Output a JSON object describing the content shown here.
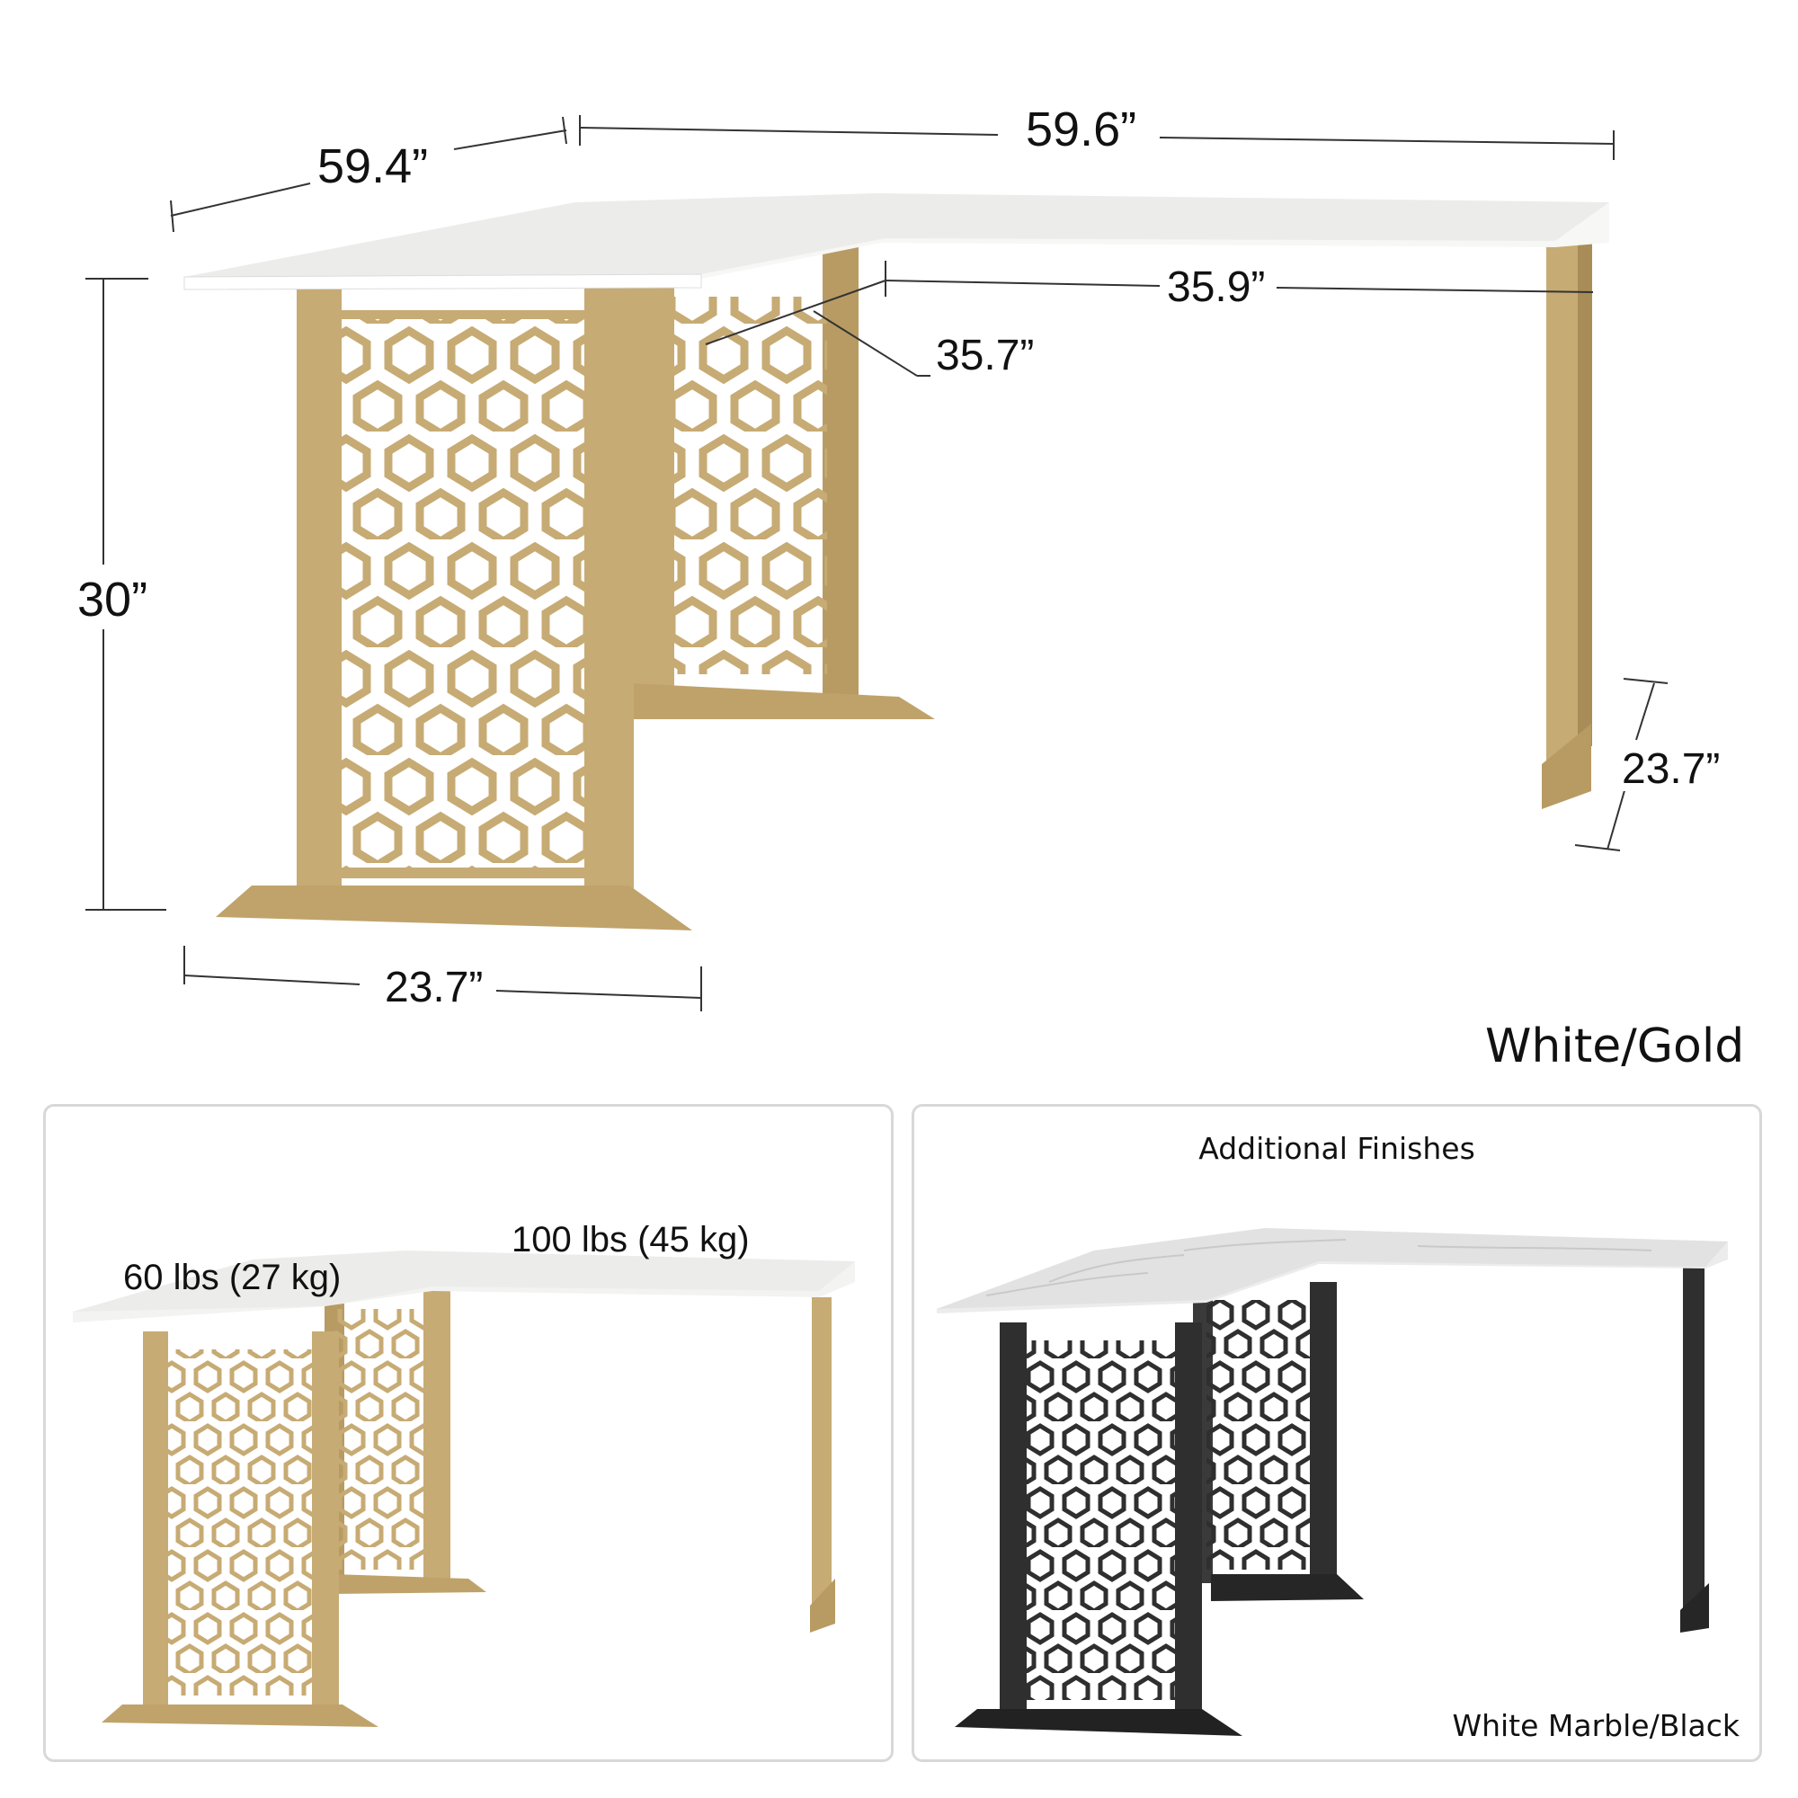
{
  "main_view": {
    "finish_label": "White/Gold",
    "dimensions": {
      "top_left_depth": "59.4”",
      "top_right_width": "59.6”",
      "return_width": "35.9”",
      "inner_depth": "35.7”",
      "height": "30”",
      "left_base_depth": "23.7”",
      "right_leg_depth": "23.7”"
    },
    "colors": {
      "top": "#eeeeec",
      "top_edge": "#ffffff",
      "metal": "#c7ab74",
      "metal_dark": "#a88d58"
    }
  },
  "weight_panel": {
    "left_capacity": "60 lbs (27 kg)",
    "right_capacity": "100 lbs (45 kg)"
  },
  "finishes_panel": {
    "title": "Additional Finishes",
    "finish_label": "White Marble/Black",
    "colors": {
      "top": "#e8e8e8",
      "metal": "#2f2f2f"
    }
  }
}
